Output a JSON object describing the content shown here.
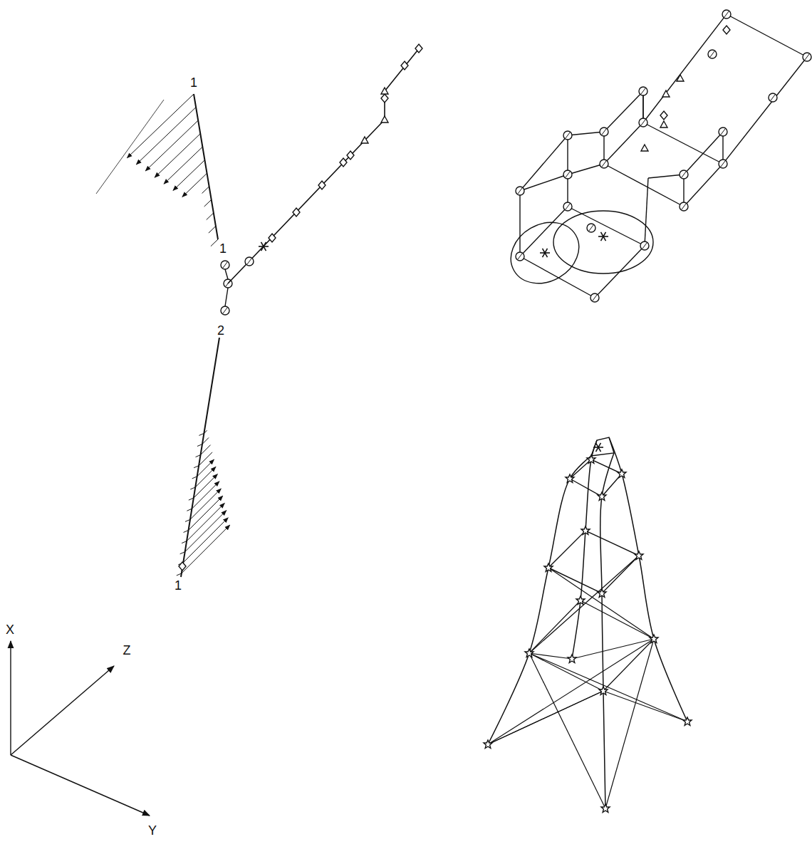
{
  "diagram": {
    "labels": [
      "1",
      "1",
      "2",
      "1",
      "X",
      "Z",
      "Y"
    ]
  }
}
